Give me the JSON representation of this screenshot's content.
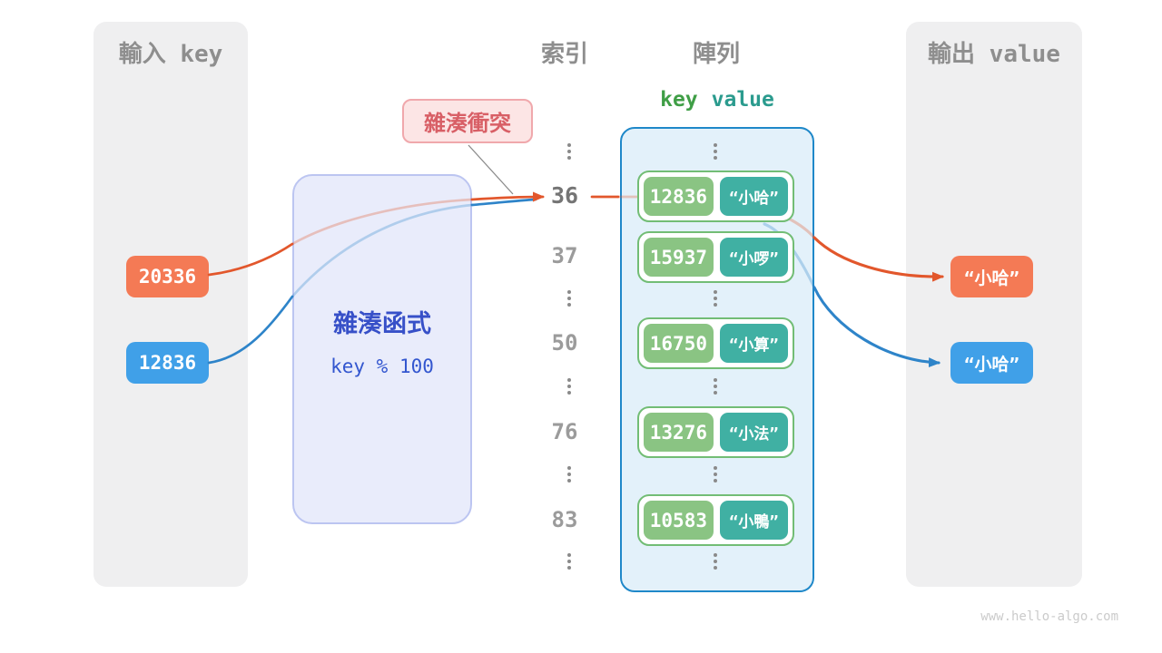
{
  "page": {
    "watermark": "www.hello-algo.com"
  },
  "colors": {
    "orange_fill": "#f47a55",
    "blue_fill": "#40a0e8",
    "arrow_orange": "#e2572c",
    "arrow_blue": "#2e84c9",
    "key_green": "#8ac483",
    "value_teal": "#40b0a3",
    "pair_border": "#72bd75",
    "container_border": "#1f88c9",
    "hash_box_fill": "#e9ecfb",
    "hash_text": "#3750c8",
    "badge_text": "#d85f66",
    "panel_gray": "#efeff0"
  },
  "input_panel": {
    "title": "輸入 key",
    "items": [
      {
        "label": "20336",
        "color": "orange"
      },
      {
        "label": "12836",
        "color": "blue"
      }
    ]
  },
  "hash_box": {
    "title": "雜湊函式",
    "formula": "key % 100"
  },
  "collision_badge": {
    "label": "雜湊衝突"
  },
  "index_column": {
    "title": "索引",
    "values": [
      "36",
      "37",
      "50",
      "76",
      "83"
    ],
    "highlighted_value": "36"
  },
  "array_panel": {
    "title": "陣列",
    "key_header": "key",
    "value_header": "value",
    "pairs": [
      {
        "key": "12836",
        "value": "“小哈”"
      },
      {
        "key": "15937",
        "value": "“小啰”"
      },
      {
        "key": "16750",
        "value": "“小算”"
      },
      {
        "key": "13276",
        "value": "“小法”"
      },
      {
        "key": "10583",
        "value": "“小鴨”"
      }
    ]
  },
  "output_panel": {
    "title": "輸出 value",
    "items": [
      {
        "label": "“小哈”",
        "color": "orange"
      },
      {
        "label": "“小哈”",
        "color": "blue"
      }
    ]
  }
}
